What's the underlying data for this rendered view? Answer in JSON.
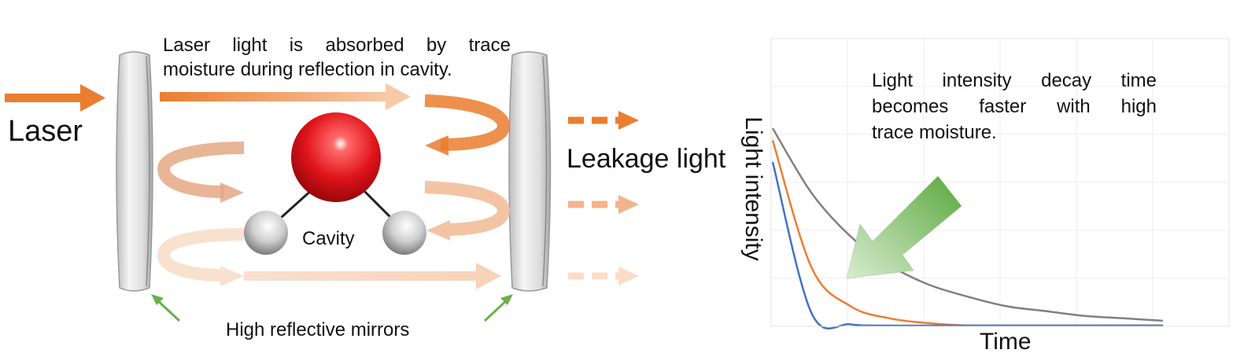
{
  "diagram": {
    "laser_label": "Laser",
    "absorption_caption_line1": "Laser light is absorbed by trace",
    "absorption_caption_line2": "moisture during reflection in cavity.",
    "leakage_label": "Leakage light",
    "cavity_label": "Cavity",
    "mirrors_label": "High reflective mirrors",
    "colors": {
      "laser_orange": "#ea7d2f",
      "molecule_oxygen": "#e0141a",
      "molecule_hydrogen": "#bdbdbd",
      "mirror": "#e6e6e6",
      "pointer_green": "#6ab04c"
    },
    "molecule": "water-molecule"
  },
  "chart": {
    "annotation_line1": "Light intensity decay time",
    "annotation_line2": "becomes faster with high",
    "annotation_line3": "trace moisture.",
    "ylabel": "Light intensity",
    "xlabel": "Time",
    "arrow_color": "#5aa83e"
  },
  "chart_data": {
    "type": "line",
    "title": "",
    "xlabel": "Time",
    "ylabel": "Light intensity",
    "grid": true,
    "legend": "none",
    "xlim": [
      0,
      10
    ],
    "ylim": [
      0,
      1
    ],
    "series": [
      {
        "color": "#808080",
        "x": [
          0,
          1,
          2,
          3,
          4,
          5,
          6,
          7,
          8,
          9,
          10
        ],
        "values": [
          0.82,
          0.55,
          0.37,
          0.25,
          0.17,
          0.12,
          0.08,
          0.06,
          0.04,
          0.03,
          0.02
        ]
      },
      {
        "color": "#ed7d31",
        "x": [
          0,
          1,
          2,
          3,
          4,
          5,
          6,
          7,
          8,
          9,
          10
        ],
        "values": [
          0.77,
          0.24,
          0.08,
          0.03,
          0.01,
          0.0,
          0.0,
          0.0,
          0.0,
          0.0,
          0.0
        ]
      },
      {
        "color": "#4472c4",
        "x": [
          0,
          1,
          2,
          3,
          4,
          5,
          6,
          7,
          8,
          9,
          10
        ],
        "values": [
          0.68,
          0.05,
          0.005,
          0.0,
          0.0,
          0.0,
          0.0,
          0.0,
          0.0,
          0.0,
          0.0
        ]
      }
    ]
  }
}
